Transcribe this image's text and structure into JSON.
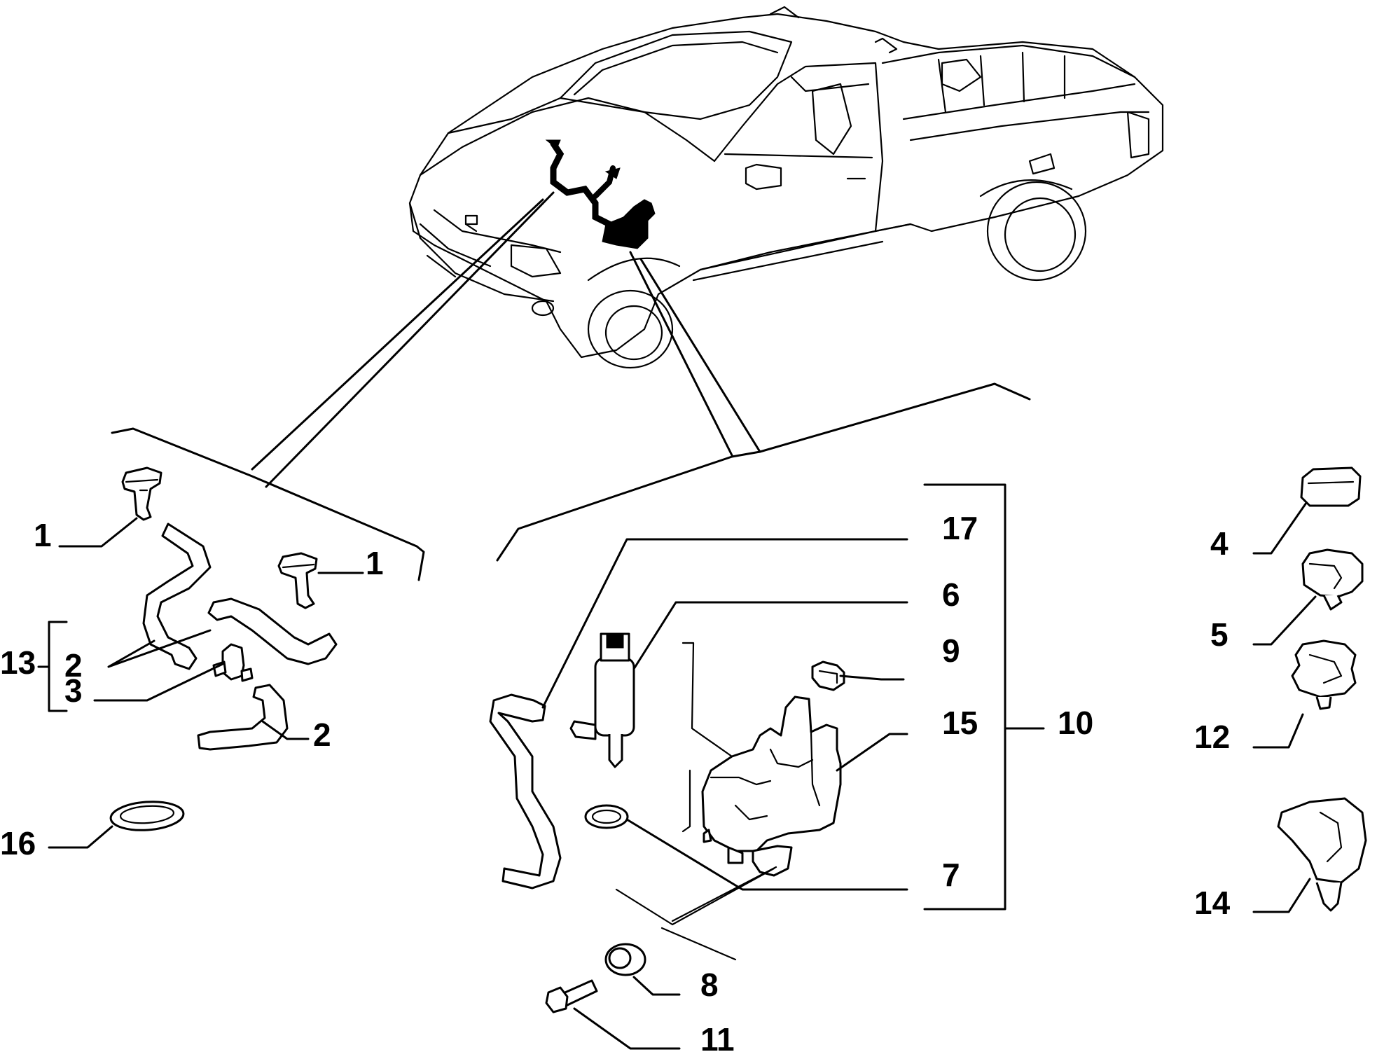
{
  "callouts": {
    "c1a": "1",
    "c1b": "1",
    "c2a": "2",
    "c2b": "2",
    "c3": "3",
    "c4": "4",
    "c5": "5",
    "c6": "6",
    "c7": "7",
    "c8": "8",
    "c9": "9",
    "c10": "10",
    "c11": "11",
    "c12": "12",
    "c13": "13",
    "c14": "14",
    "c15": "15",
    "c16": "16",
    "c17": "17"
  },
  "colors": {
    "ink": "#000000",
    "paper": "#ffffff"
  }
}
